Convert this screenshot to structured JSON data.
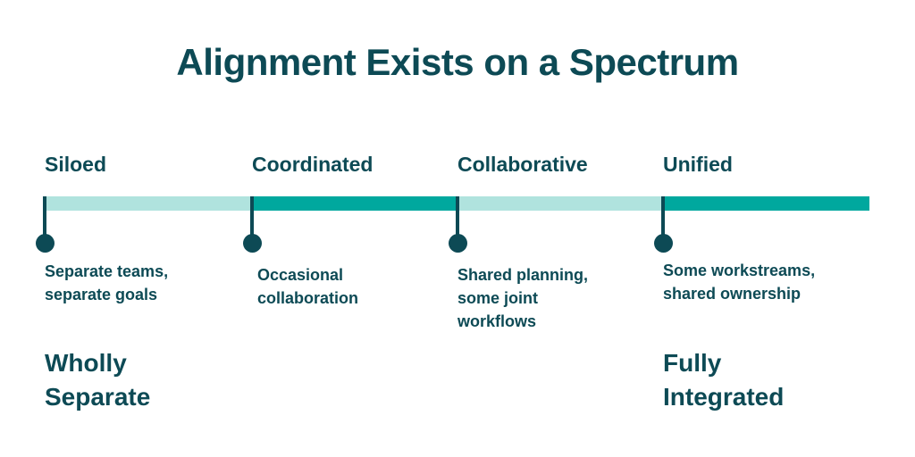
{
  "title": "Alignment Exists on a Spectrum",
  "colors": {
    "background": "#ffffff",
    "text": "#0d4a55",
    "marker": "#0d4a55",
    "bar_light": "#b0e3de",
    "bar_teal": "#00a89e"
  },
  "stages": [
    {
      "label": "Siloed",
      "description_lines": [
        "Separate teams,",
        "separate goals"
      ]
    },
    {
      "label": "Coordinated",
      "description_lines": [
        "Occasional",
        "collaboration"
      ]
    },
    {
      "label": "Collaborative",
      "description_lines": [
        "Shared planning,",
        "some joint",
        "workflows"
      ]
    },
    {
      "label": "Unified",
      "description_lines": [
        "Some workstreams,",
        "shared ownership"
      ]
    }
  ],
  "endpoint_labels": {
    "left": [
      "Wholly",
      "Separate"
    ],
    "right": [
      "Fully",
      "Integrated"
    ]
  }
}
